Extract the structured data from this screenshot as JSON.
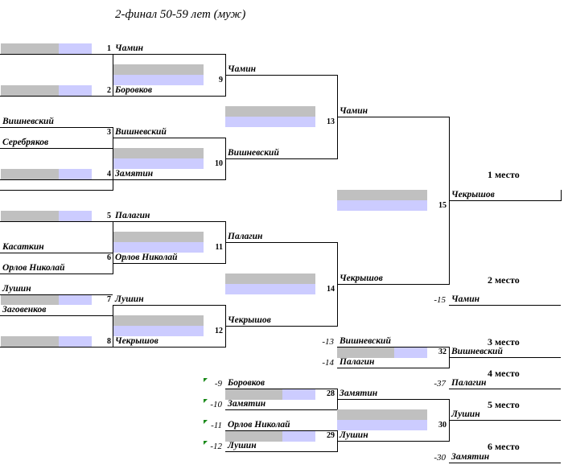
{
  "title": "2-финал 50-59 лет (муж)",
  "colors": {
    "gray_box": "#c0c0c0",
    "blue_box": "#ccccff",
    "marker": "#1a8a1a"
  },
  "round1": {
    "players": [
      "Вишневский",
      "Серебряков",
      "Касаткин",
      "Орлов Николай",
      "Лушин",
      "Заговенков"
    ],
    "matches": [
      {
        "num": "1",
        "winner": "Чамин"
      },
      {
        "num": "2",
        "winner": "Боровков"
      },
      {
        "num": "3",
        "winner": "Вишневский"
      },
      {
        "num": "4",
        "winner": "Замятин"
      },
      {
        "num": "5",
        "winner": "Палагин"
      },
      {
        "num": "6",
        "winner": "Орлов Николай"
      },
      {
        "num": "7",
        "winner": "Лушин"
      },
      {
        "num": "8",
        "winner": "Чекрышов"
      }
    ]
  },
  "round2": [
    {
      "num": "9",
      "winner": "Чамин"
    },
    {
      "num": "10",
      "winner": "Вишневский"
    },
    {
      "num": "11",
      "winner": "Палагин"
    },
    {
      "num": "12",
      "winner": "Чекрышов"
    }
  ],
  "round3": [
    {
      "num": "13",
      "winner": "Чамин"
    },
    {
      "num": "14",
      "winner": "Чекрышов"
    }
  ],
  "final": {
    "num": "15",
    "winner": "Чекрышов",
    "place": "1 место"
  },
  "second": {
    "ref": "-15",
    "name": "Чамин",
    "place": "2 место"
  },
  "third": {
    "ref_a": "-13",
    "name_a": "Вишневский",
    "ref_b": "-14",
    "name_b": "Палагин",
    "num": "32",
    "winner": "Вишневский",
    "place": "3 место"
  },
  "fourth": {
    "ref": "-37",
    "name": "Палагин",
    "place": "4 место"
  },
  "consolation": [
    {
      "ref": "-9",
      "name": "Боровков"
    },
    {
      "ref": "-10",
      "name": "Замятин"
    },
    {
      "ref": "-11",
      "name": "Орлов Николай"
    },
    {
      "ref": "-12",
      "name": "Лушин"
    }
  ],
  "cons_matches": [
    {
      "num": "28",
      "winner": "Замятин"
    },
    {
      "num": "29",
      "winner": "Лушин"
    }
  ],
  "fifth": {
    "num": "30",
    "winner": "Лушин",
    "place": "5 место"
  },
  "sixth": {
    "ref": "-30",
    "name": "Замятин",
    "place": "6 место"
  }
}
